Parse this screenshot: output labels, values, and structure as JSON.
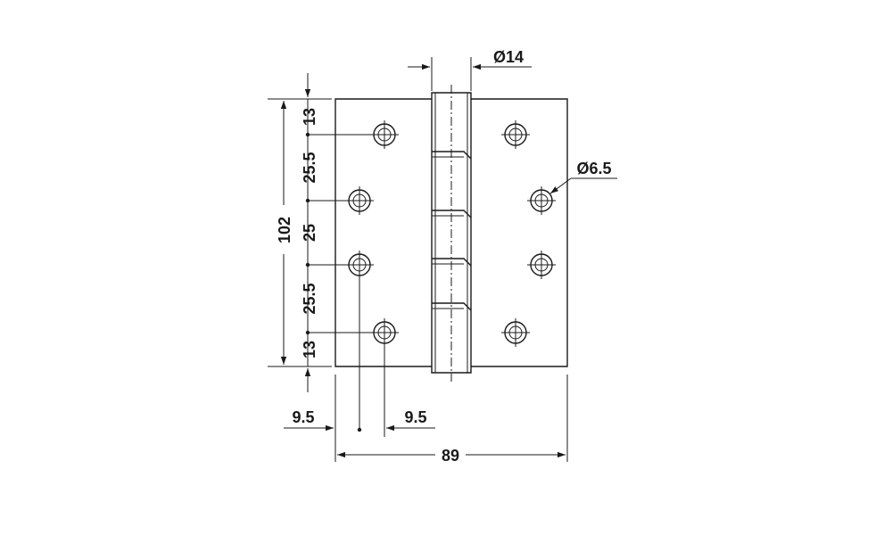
{
  "dimensions": {
    "total_height": "102",
    "total_width": "89",
    "pin_diameter": "Ø14",
    "hole_diameter": "Ø6.5",
    "left_segments": [
      "13",
      "25.5",
      "25",
      "25.5",
      "13"
    ],
    "left_offset": "9.5",
    "inner_offset": "9.5"
  },
  "colors": {
    "line": "#1a1a1a",
    "background": "#ffffff"
  }
}
